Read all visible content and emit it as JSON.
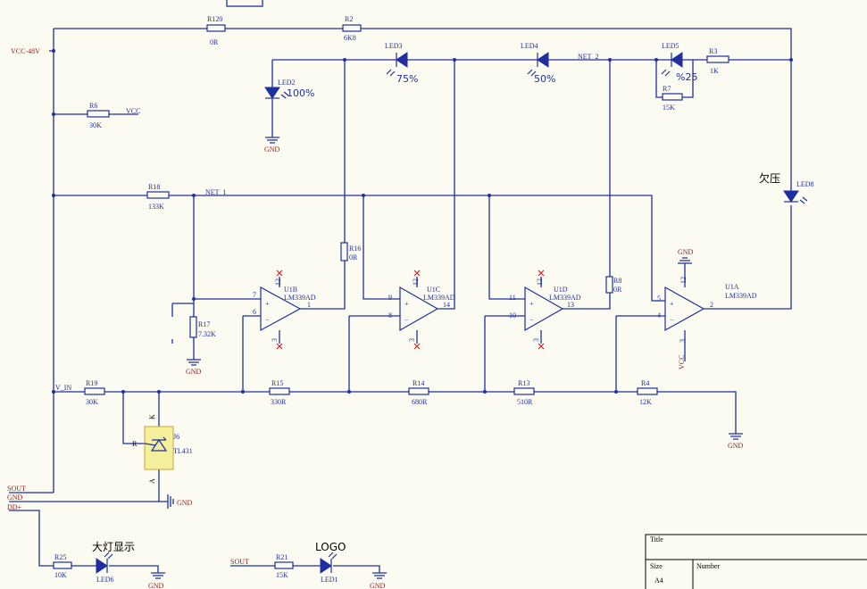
{
  "power_ports": {
    "vcc48": "VCC-48V",
    "sout": "SOUT",
    "gnd": "GND",
    "dd": "DD+"
  },
  "net_labels": {
    "vcc": "VCC",
    "net1": "NET_1",
    "net2": "NET_2",
    "vin": "V_IN"
  },
  "resistors": {
    "R120": {
      "ref": "R120",
      "val": "0R"
    },
    "R2": {
      "ref": "R2",
      "val": "6K8"
    },
    "R3": {
      "ref": "R3",
      "val": "1K"
    },
    "R7": {
      "ref": "R7",
      "val": "15K"
    },
    "R6": {
      "ref": "R6",
      "val": "30K"
    },
    "R18": {
      "ref": "R18",
      "val": "133K"
    },
    "R16": {
      "ref": "R16",
      "val": "0R"
    },
    "R8": {
      "ref": "R8",
      "val": "0R"
    },
    "R17": {
      "ref": "R17",
      "val": "7.32K"
    },
    "R19": {
      "ref": "R19",
      "val": "30K"
    },
    "R15": {
      "ref": "R15",
      "val": "330R"
    },
    "R14": {
      "ref": "R14",
      "val": "680R"
    },
    "R13": {
      "ref": "R13",
      "val": "510R"
    },
    "R4": {
      "ref": "R4",
      "val": "12K"
    },
    "R25": {
      "ref": "R25",
      "val": "10K"
    },
    "R21": {
      "ref": "R21",
      "val": "15K"
    }
  },
  "leds": {
    "LED2": {
      "ref": "LED2",
      "label": "100%"
    },
    "LED3": {
      "ref": "LED3",
      "label": "75%"
    },
    "LED4": {
      "ref": "LED4",
      "label": "50%"
    },
    "LED5": {
      "ref": "LED5",
      "label": "%25"
    },
    "LED8": {
      "ref": "LED8",
      "label": "欠压"
    },
    "LED6": {
      "ref": "LED6",
      "label": "大灯显示"
    },
    "LED1": {
      "ref": "LED1",
      "label": "LOGO"
    }
  },
  "opamps": {
    "U1B": {
      "ref": "U1B",
      "part": "LM339AD",
      "in_pos": "7",
      "in_neg": "6",
      "out": "1",
      "vp": "12",
      "vn": "3"
    },
    "U1C": {
      "ref": "U1C",
      "part": "LM339AD",
      "in_pos": "9",
      "in_neg": "8",
      "out": "14",
      "vp": "12",
      "vn": "3"
    },
    "U1D": {
      "ref": "U1D",
      "part": "LM339AD",
      "in_pos": "11",
      "in_neg": "10",
      "out": "13",
      "vp": "12",
      "vn": "3"
    },
    "U1A": {
      "ref": "U1A",
      "part": "LM339AD",
      "in_pos": "5",
      "in_neg": "4",
      "out": "2",
      "vp": "12",
      "vn": "3",
      "vcc": "VCC"
    }
  },
  "regulator": {
    "ref": "J6",
    "part": "TL431",
    "pin_k": "K",
    "pin_r": "R",
    "pin_a": "A"
  },
  "title_block": {
    "title": "Title",
    "size": "Size",
    "size_val": "A4",
    "number": "Number"
  }
}
